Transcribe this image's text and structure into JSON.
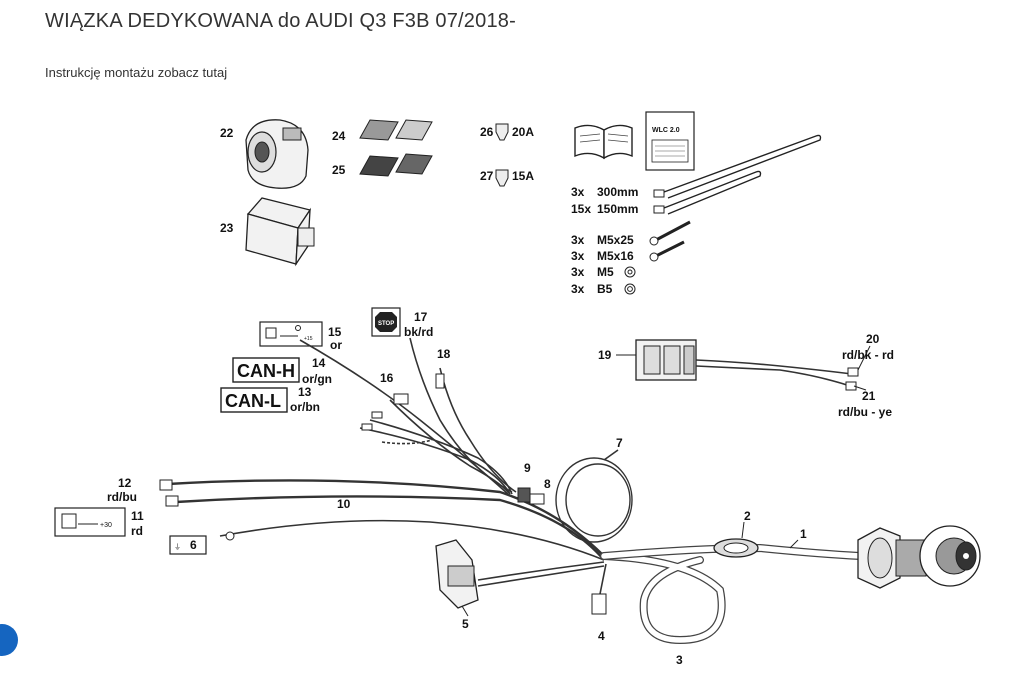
{
  "header": {
    "title": "WIĄZKA DEDYKOWANA do AUDI Q3 F3B 07/2018-",
    "instructions_link": "Instrukcję montażu zobacz tutaj"
  },
  "diagram": {
    "parts": {
      "p1": "1",
      "p2": "2",
      "p3": "3",
      "p4": "4",
      "p5": "5",
      "p6": "6",
      "p7": "7",
      "p8": "8",
      "p9": "9",
      "p10": "10",
      "p11": "11",
      "p11_color": "rd",
      "p12": "12",
      "p12_color": "rd/bu",
      "p13": "13",
      "p13_color": "or/bn",
      "p14": "14",
      "p14_color": "or/gn",
      "p15": "15",
      "p15_color": "or",
      "p16": "16",
      "p17": "17",
      "p17_color": "bk/rd",
      "p18": "18",
      "p19": "19",
      "p20": "20",
      "p20_color": "rd/bk - rd",
      "p21": "21",
      "p21_color": "rd/bu - ye",
      "p22": "22",
      "p23": "23",
      "p24": "24",
      "p25": "25",
      "p26": "26",
      "p26_rating": "20A",
      "p27": "27",
      "p27_rating": "15A"
    },
    "can_h": "CAN-H",
    "can_l": "CAN-L",
    "stop_sign": "STOP",
    "plus15": "+15",
    "plus30": "+30",
    "wlc_title": "WLC 2.0",
    "hardware": [
      {
        "qty": "3x",
        "item": "300mm"
      },
      {
        "qty": "15x",
        "item": "150mm"
      },
      {
        "qty": "3x",
        "item": "M5x25"
      },
      {
        "qty": "3x",
        "item": "M5x16"
      },
      {
        "qty": "3x",
        "item": "M5"
      },
      {
        "qty": "3x",
        "item": "B5"
      }
    ]
  }
}
